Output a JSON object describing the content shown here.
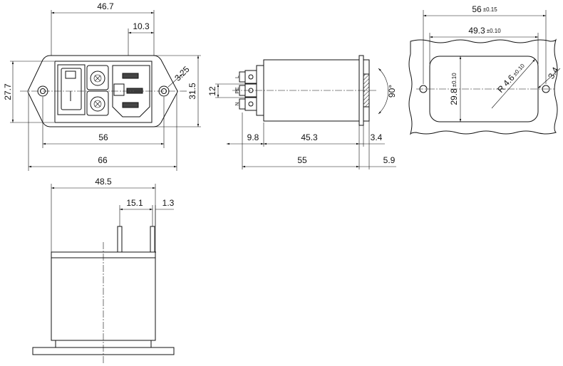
{
  "front_view": {
    "dims": {
      "top_width": "46.7",
      "offset": "10.3",
      "height_left": "27.7",
      "height_right": "31.5",
      "hole_radius": "3.25",
      "hole_spacing": "56",
      "overall_width": "66"
    }
  },
  "side_view": {
    "terminals": [
      "L",
      "PE",
      "N"
    ],
    "dims": {
      "terminal_pitch": "12",
      "terminal_length": "9.8",
      "body_length": "45.3",
      "flange": "3.4",
      "overall_length": "55",
      "panel_thickness": "5.9",
      "angle": "90°"
    }
  },
  "bottom_view": {
    "dims": {
      "width": "48.5",
      "pin_spacing": "15.1",
      "pin_width": "1.3"
    }
  },
  "panel_cutout": {
    "dims": {
      "hole_spacing": "56",
      "hole_spacing_tol": "±0.15",
      "cutout_width": "49.3",
      "cutout_width_tol": "±0.10",
      "cutout_height": "29.8",
      "cutout_height_tol": "±0.10",
      "corner_radius": "R 4.6",
      "corner_radius_tol": "±0.10",
      "hole_diameter": "3.4"
    }
  }
}
